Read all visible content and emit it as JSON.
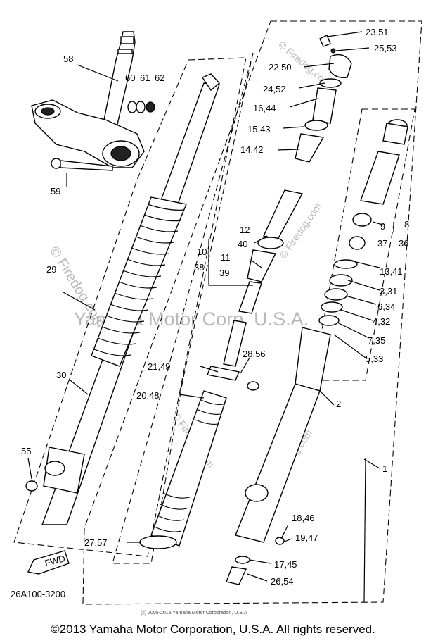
{
  "diagram_code": "26A100-3200",
  "fwd_label": "FWD",
  "inner_copyright": "(c) 2005-2015 Yamaha Motor Corporation, U.S.A",
  "watermark_main": "Yamaha Motor Corp. U.S.A.",
  "watermark_fd": "© Firedog.com",
  "footer_copyright": "©2013 Yamaha Motor Corporation, U.S.A. All rights reserved.",
  "labels": {
    "l58": "58",
    "l60": "60",
    "l61": "61",
    "l62": "62",
    "l59": "59",
    "l29": "29",
    "l30": "30",
    "l55": "55",
    "l23": "23,51",
    "l25": "25,53",
    "l22": "22,50",
    "l24": "24,52",
    "l16": "16,44",
    "l15": "15,43",
    "l14": "14,42",
    "l12": "12",
    "l40": "40",
    "l10": "10",
    "l38": "38",
    "l11": "11",
    "l39": "39",
    "l28": "28,56",
    "l21": "21,49",
    "l20": "20,48",
    "l8": "8",
    "l9": "9",
    "l37": "37",
    "l36": "36",
    "l13": "13,41",
    "l3": "3,31",
    "l6": "6,34",
    "l4": "4,32",
    "l7": "7,35",
    "l5": "5,33",
    "l2": "2",
    "l1": "1",
    "l18": "18,46",
    "l19": "19,47",
    "l17": "17,45",
    "l26": "26,54",
    "l27": "27,57"
  }
}
